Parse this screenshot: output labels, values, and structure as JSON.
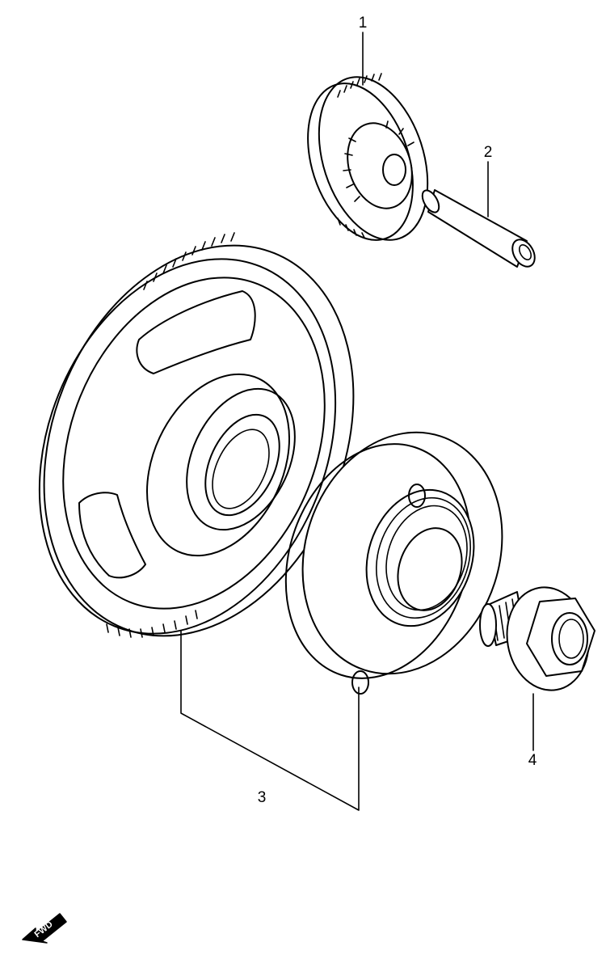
{
  "diagram": {
    "callouts": [
      {
        "id": "1",
        "part": "gear"
      },
      {
        "id": "2",
        "part": "shaft"
      },
      {
        "id": "3",
        "part": "starter-clutch-assembly"
      },
      {
        "id": "4",
        "part": "bolt"
      }
    ],
    "fwd_label": "FWD"
  }
}
